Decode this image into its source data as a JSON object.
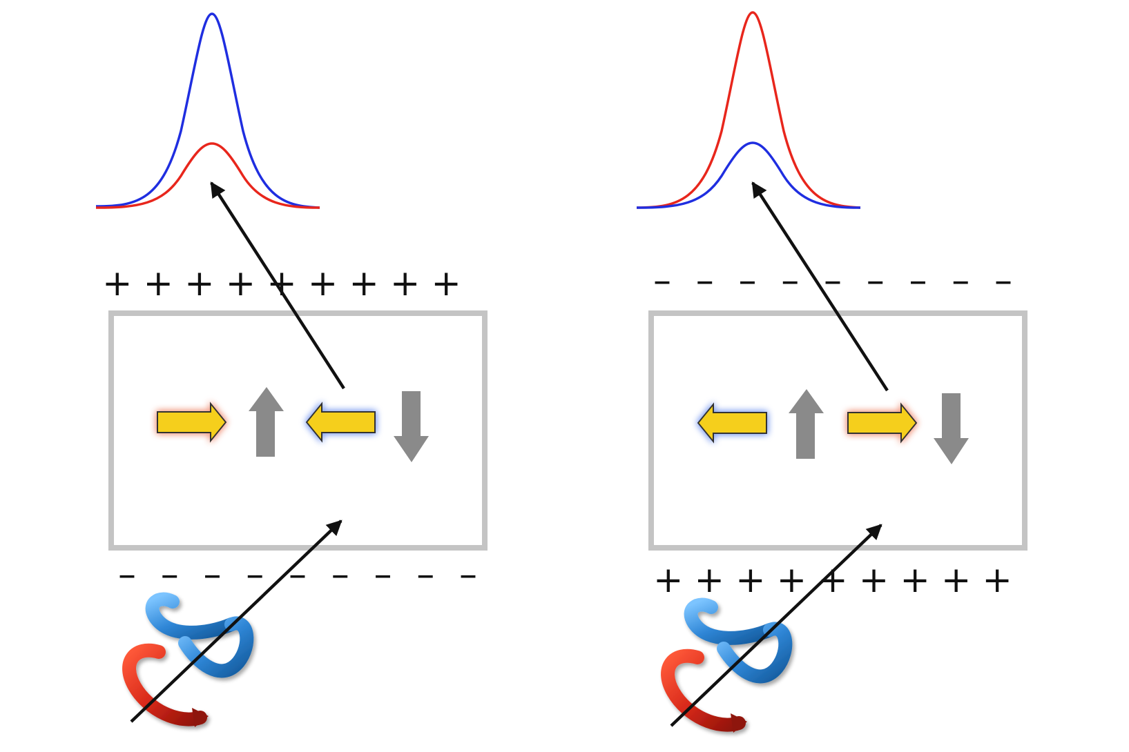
{
  "panels": [
    {
      "id": "left",
      "top_charge_row": "+ + + + + + + + +",
      "bottom_charge_row": "– – – – – – – – –",
      "in_plane_arrows": [
        "right",
        "up",
        "left",
        "down"
      ],
      "tall_peak_color": "#1f2ee0",
      "short_peak_color": "#e8261c"
    },
    {
      "id": "right",
      "top_charge_row": "– – – – – – – – –",
      "bottom_charge_row": "+ + + + + + + + +",
      "in_plane_arrows": [
        "left",
        "up",
        "right",
        "down"
      ],
      "tall_peak_color": "#e8261c",
      "short_peak_color": "#1f2ee0"
    }
  ],
  "colors": {
    "box_border": "#c4c4c4",
    "spin_arrow_fill": "#f5cf1e",
    "spin_arrow_stroke": "#333333",
    "moment_arrow": "#8a8a8a",
    "glow_red": "#f2a08a",
    "glow_blue": "#8aa6f2",
    "helix_red": "#d8291a",
    "helix_blue": "#2f86d6",
    "beam": "#111111"
  },
  "icons": {
    "helix": "circular-polarization-helix-icon",
    "beam": "light-beam-arrow-icon"
  }
}
